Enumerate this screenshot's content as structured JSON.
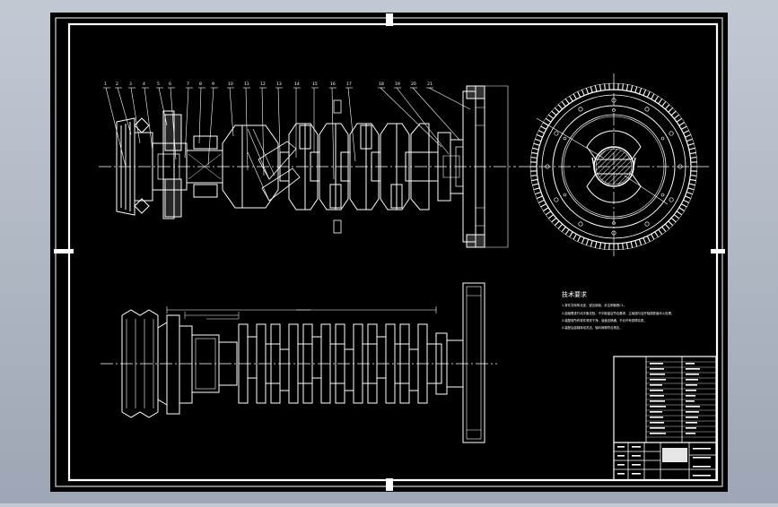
{
  "drawing": {
    "background_color": "#000000",
    "line_color": "#ffffff",
    "viewport_gradient": [
      "#c3c9d3",
      "#9ca6b4"
    ]
  },
  "part_numbers": [
    "1",
    "2",
    "3",
    "4",
    "5",
    "6",
    "7",
    "8",
    "9",
    "10",
    "11",
    "12",
    "13",
    "14",
    "15",
    "16",
    "17",
    "18",
    "19",
    "20",
    "21"
  ],
  "technical_requirements": {
    "heading": "技术要求",
    "lines": [
      "1.零件去除氧化皮，锐边倒钝，未注明倒角C1。",
      "2.曲轴需进行动平衡试验，不平衡量应符合要求，主轴颈与连杆轴颈表面淬火处理。",
      "3.装配前所有零件清洗干净，油道应畅通，不允许有铁屑杂质。",
      "4.装配后曲轴转动灵活，轴向间隙符合规定。"
    ]
  }
}
